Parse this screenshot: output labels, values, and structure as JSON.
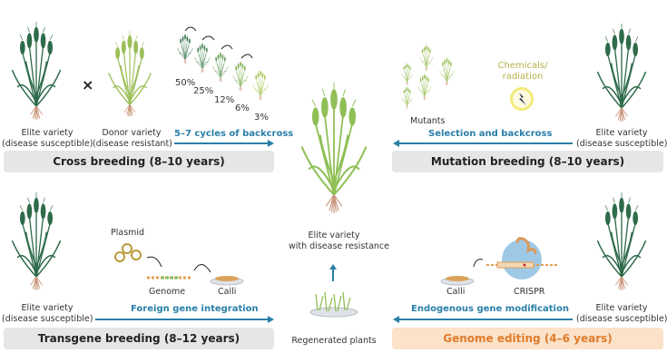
{
  "colors": {
    "elite_green": "#2e6b4a",
    "donor_green": "#9cbf5a",
    "result_green": "#8fbf55",
    "arrow_blue": "#2a7fa8",
    "banner_gray": "#e6e6e8",
    "banner_orange": "#fbe2c9",
    "orange_text": "#e07b2a",
    "chem_text": "#b7b04a",
    "root": "#c9957a"
  },
  "cross_breeding": {
    "elite_label_1": "Elite variety",
    "elite_label_2": "(disease susceptible)",
    "cross_symbol": "×",
    "donor_label_1": "Donor variety",
    "donor_label_2": "(disease resistant)",
    "percentages": [
      "50%",
      "25%",
      "12%",
      "6%",
      "3%"
    ],
    "arrow_label": "5–7 cycles of backcross",
    "banner": "Cross breeding (8–10 years)"
  },
  "mutation_breeding": {
    "mutants_label": "Mutants",
    "chem_label_1": "Chemicals/",
    "chem_label_2": "radiation",
    "arrow_label": "Selection and backcross",
    "elite_label_1": "Elite variety",
    "elite_label_2": "(disease susceptible)",
    "banner": "Mutation breeding (8–10 years)"
  },
  "transgene_breeding": {
    "elite_label_1": "Elite variety",
    "elite_label_2": "(disease susceptible)",
    "plasmid_label": "Plasmid",
    "genome_label": "Genome",
    "calli_label": "Calli",
    "arrow_label": "Foreign gene integration",
    "banner": "Transgene breeding (8–12 years)"
  },
  "genome_editing": {
    "calli_label": "Calli",
    "crispr_label": "CRISPR",
    "arrow_label": "Endogenous gene modification",
    "elite_label_1": "Elite variety",
    "elite_label_2": "(disease susceptible)",
    "banner": "Genome editing (4–6 years)"
  },
  "center": {
    "result_label_1": "Elite variety",
    "result_label_2": "with disease resistance",
    "regenerated_label": "Regenerated plants"
  }
}
